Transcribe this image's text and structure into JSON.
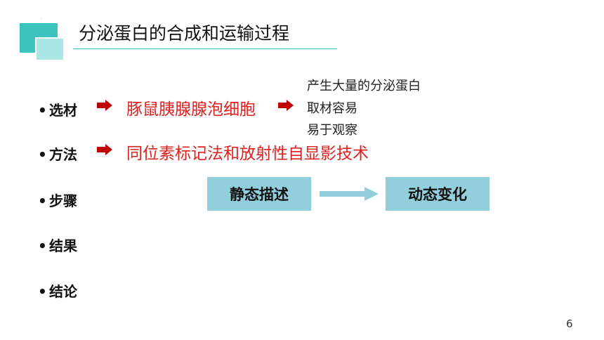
{
  "header": {
    "title": "分泌蛋白的合成和运输过程",
    "logo_mark": "."
  },
  "bullets": [
    {
      "label": "选材"
    },
    {
      "label": "方法"
    },
    {
      "label": "步骤"
    },
    {
      "label": "结果"
    },
    {
      "label": "结论"
    }
  ],
  "material": {
    "value": "豚鼠胰腺腺泡细胞",
    "reasons": [
      "产生大量的分泌蛋白",
      "取材容易",
      "易于观察"
    ]
  },
  "method": {
    "value": "同位素标记法和放射性自显影技术"
  },
  "flow": {
    "from": "静态描述",
    "to": "动态变化"
  },
  "footer": {
    "page_number": "6"
  },
  "colors": {
    "accent": "#3cc4c0",
    "highlight_red": "#e02020",
    "arrow_dark_red": "#c00000",
    "box_fill": "#92cfdc"
  }
}
